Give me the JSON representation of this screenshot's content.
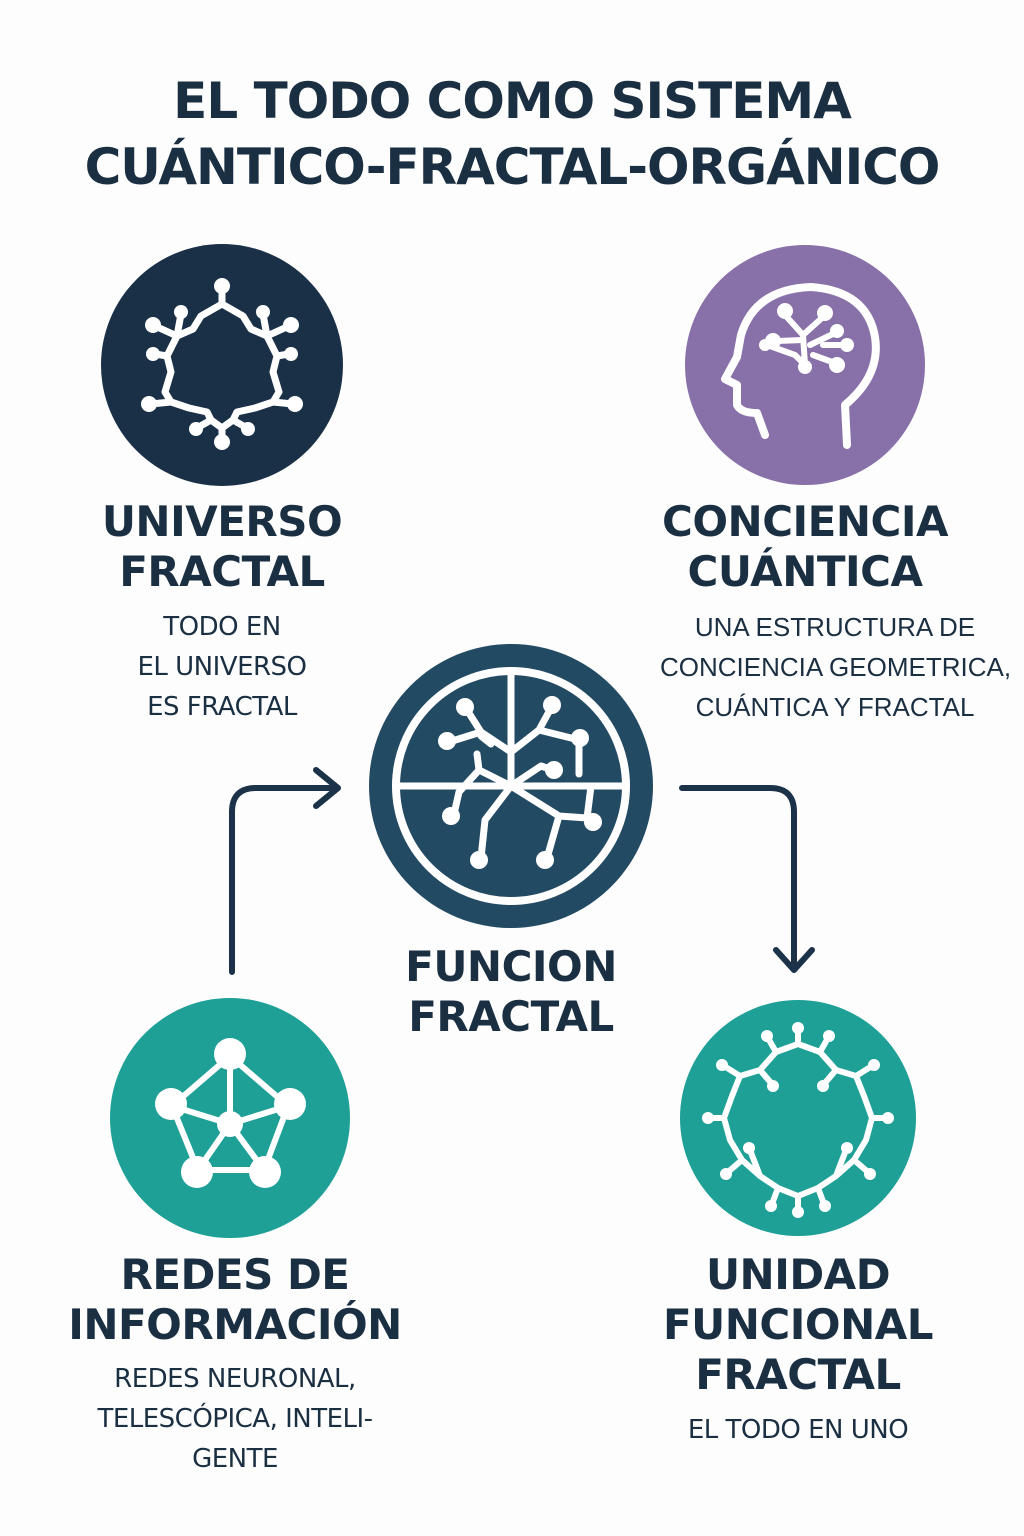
{
  "title": {
    "line1": "EL TODO COMO SISTEMA",
    "line2": "CUÁNTICO-FRACTAL-ORGÁNICO"
  },
  "colors": {
    "navy": "#1a3047",
    "center": "#234a63",
    "purple": "#8870a8",
    "teal": "#1ea096",
    "text": "#1b2f42"
  },
  "nodes": {
    "universo": {
      "icon": "fractal-snowflake-icon",
      "label1": "UNIVERSO",
      "label2": "FRACTAL",
      "desc1": "TODO EN",
      "desc2": "EL UNIVERSO",
      "desc3": "ES FRACTAL"
    },
    "conciencia": {
      "icon": "brain-head-icon",
      "label1": "CONCIENCIA",
      "label2": "CUÁNTICA",
      "desc1": "UNA ESTRUCTURA DE",
      "desc2": "CONCIENCIA GEOMETRICA,",
      "desc3": "CUÁNTICA Y FRACTAL"
    },
    "funcion": {
      "icon": "fractal-branch-icon",
      "label1": "FUNCION",
      "label2": "FRACTAL"
    },
    "redes": {
      "icon": "network-nodes-icon",
      "label1": "REDES DE",
      "label2": "INFORMACIÓN",
      "desc1": "REDES NEURONAL,",
      "desc2": "TELESCÓPICA, INTELI-",
      "desc3": "GENTE"
    },
    "unidad": {
      "icon": "fractal-ring-icon",
      "label1": "UNIDAD",
      "label2": "FUNCIONAL",
      "label3": "FRACTAL",
      "desc1": "EL TODO EN UNO"
    }
  }
}
